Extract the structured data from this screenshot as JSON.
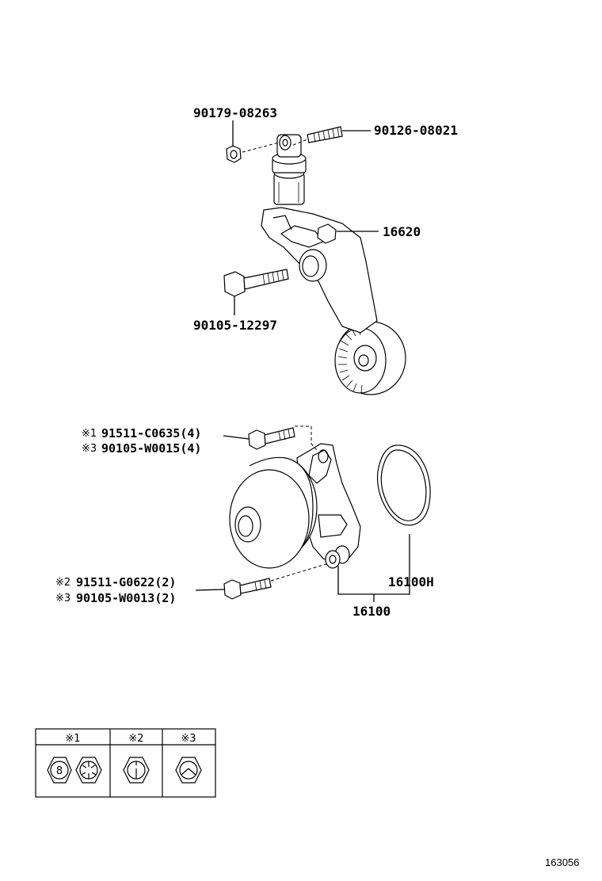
{
  "parts": {
    "nut_top": "90179-08263",
    "stud_top": "90126-08021",
    "tensioner": "16620",
    "bolt_tensioner": "90105-12297",
    "pump_bolt_a_mark": "※1",
    "pump_bolt_a": "91511-C0635(4)",
    "pump_bolt_b_mark": "※3",
    "pump_bolt_b": "90105-W0015(4)",
    "pump_bolt_c_mark": "※2",
    "pump_bolt_c": "91511-G0622(2)",
    "pump_bolt_d_mark": "※3",
    "pump_bolt_d": "90105-W0013(2)",
    "gasket": "16100H",
    "water_pump": "16100"
  },
  "legend": {
    "col1": "※1",
    "col2": "※2",
    "col3": "※3",
    "grade_number": "8"
  },
  "figure_ref": "163056"
}
